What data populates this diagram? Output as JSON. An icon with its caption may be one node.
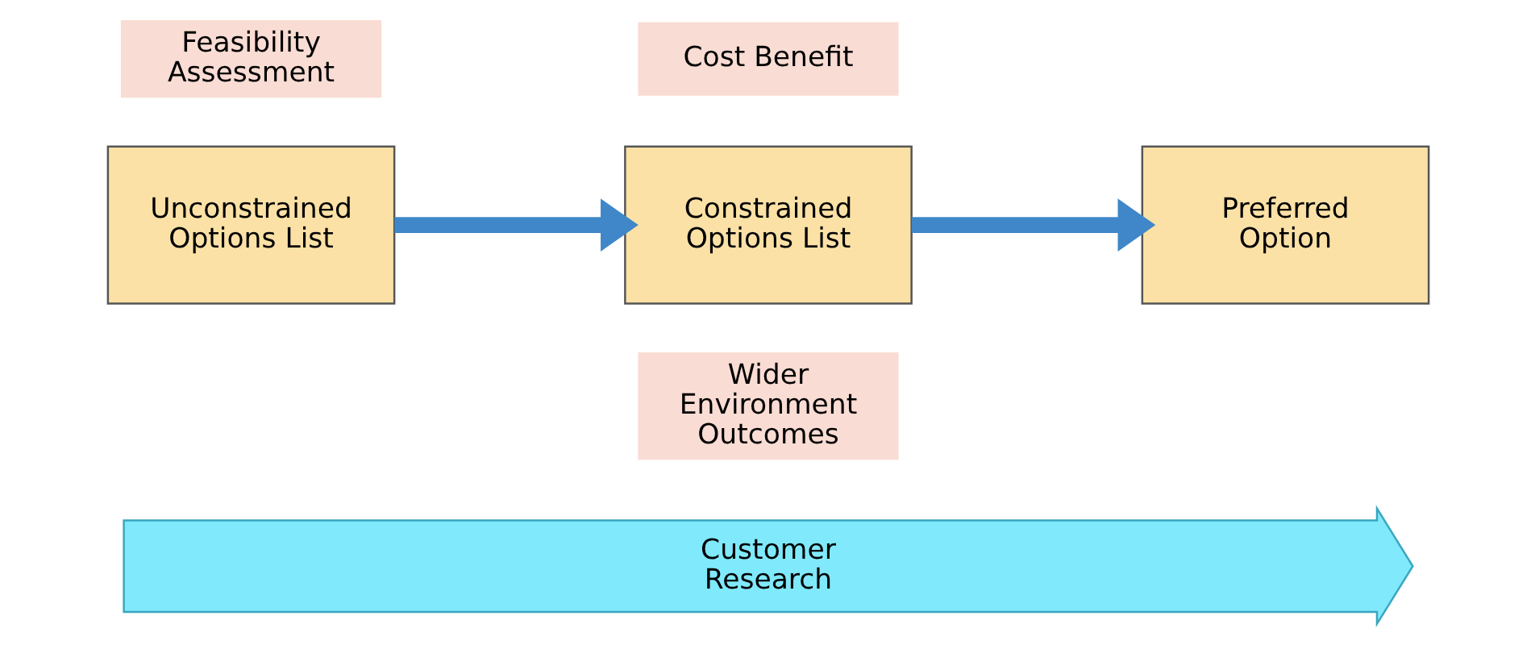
{
  "diagram": {
    "nodes": [
      {
        "text": [
          "Unconstrained Options List"
        ]
      },
      {
        "text": [
          "Constrained Options List"
        ]
      },
      {
        "text": [
          "Preferred Option"
        ]
      },
      {
        "text": [
          "Feasibility Assessment"
        ]
      },
      {
        "text": [
          "Cost Benefit"
        ]
      },
      {
        "text": [
          "Wider Environment Outcomes"
        ]
      },
      {
        "text": [
          "Customer Research"
        ]
      }
    ],
    "edges": [
      {
        "from": 0,
        "to": 1,
        "arrow": "to",
        "color": "#3f87c9"
      },
      {
        "from": 1,
        "to": 2,
        "arrow": "to",
        "color": "#3f87c9"
      }
    ]
  }
}
